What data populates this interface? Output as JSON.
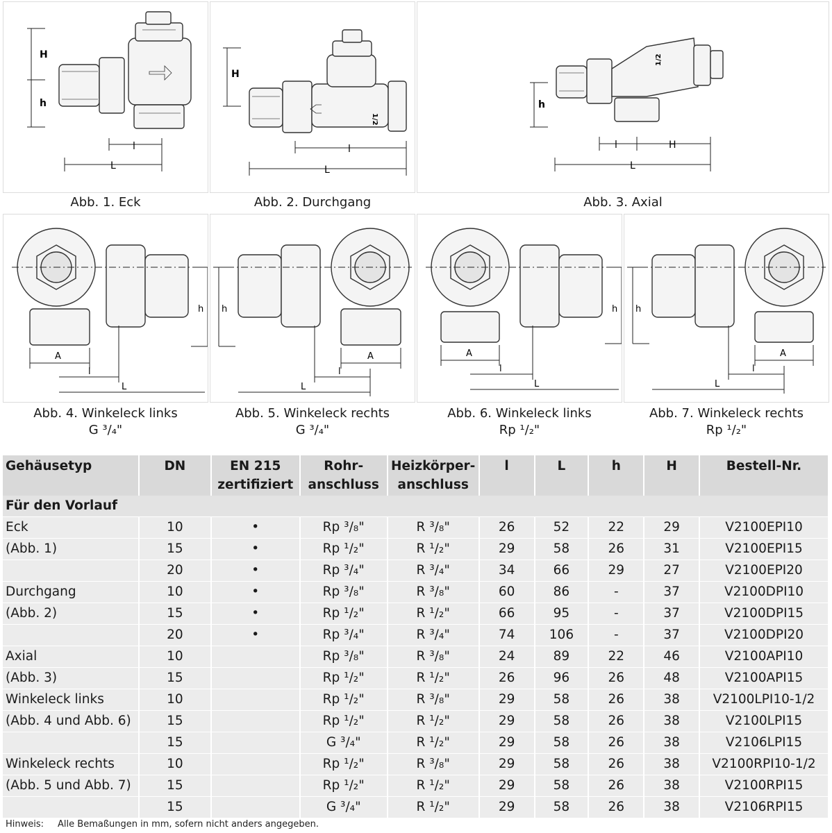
{
  "figures_top": [
    {
      "caption": "Abb. 1. Eck"
    },
    {
      "caption": "Abb. 2. Durchgang"
    },
    {
      "caption": "Abb. 3. Axial"
    }
  ],
  "figures_bottom": [
    {
      "caption": "Abb. 4. Winkeleck links",
      "sub": "G ³/₄\""
    },
    {
      "caption": "Abb. 5. Winkeleck rechts",
      "sub": "G ³/₄\""
    },
    {
      "caption": "Abb. 6. Winkeleck links",
      "sub": "Rp ¹/₂\""
    },
    {
      "caption": "Abb. 7. Winkeleck rechts",
      "sub": "Rp ¹/₂\""
    }
  ],
  "dim_labels": {
    "H": "H",
    "h": "h",
    "l": "l",
    "L": "L",
    "A": "A",
    "half": "1/2"
  },
  "table": {
    "headers": {
      "type": "Gehäusetyp",
      "dn": "DN",
      "en1": "EN 215",
      "en2": "zertifiziert",
      "rohr1": "Rohr-",
      "rohr2": "anschluss",
      "hk1": "Heizkörper-",
      "hk2": "anschluss",
      "l": "l",
      "L": "L",
      "h": "h",
      "H": "H",
      "nr": "Bestell-Nr."
    },
    "section": "Für den Vorlauf",
    "rows": [
      [
        "Eck",
        "10",
        "•",
        "Rp ³/₈\"",
        "R ³/₈\"",
        "26",
        "52",
        "22",
        "29",
        "V2100EPI10"
      ],
      [
        "(Abb. 1)",
        "15",
        "•",
        "Rp ¹/₂\"",
        "R ¹/₂\"",
        "29",
        "58",
        "26",
        "31",
        "V2100EPI15"
      ],
      [
        "",
        "20",
        "•",
        "Rp ³/₄\"",
        "R ³/₄\"",
        "34",
        "66",
        "29",
        "27",
        "V2100EPI20"
      ],
      [
        "Durchgang",
        "10",
        "•",
        "Rp ³/₈\"",
        "R ³/₈\"",
        "60",
        "86",
        "-",
        "37",
        "V2100DPI10"
      ],
      [
        "(Abb. 2)",
        "15",
        "•",
        "Rp ¹/₂\"",
        "R ¹/₂\"",
        "66",
        "95",
        "-",
        "37",
        "V2100DPI15"
      ],
      [
        "",
        "20",
        "•",
        "Rp ³/₄\"",
        "R ³/₄\"",
        "74",
        "106",
        "-",
        "37",
        "V2100DPI20"
      ],
      [
        "Axial",
        "10",
        "",
        "Rp ³/₈\"",
        "R ³/₈\"",
        "24",
        "89",
        "22",
        "46",
        "V2100API10"
      ],
      [
        "(Abb. 3)",
        "15",
        "",
        "Rp ¹/₂\"",
        "R ¹/₂\"",
        "26",
        "96",
        "26",
        "48",
        "V2100API15"
      ],
      [
        "Winkeleck links",
        "10",
        "",
        "Rp ¹/₂\"",
        "R ³/₈\"",
        "29",
        "58",
        "26",
        "38",
        "V2100LPI10-1/2"
      ],
      [
        "(Abb. 4 und Abb. 6)",
        "15",
        "",
        "Rp ¹/₂\"",
        "R ¹/₂\"",
        "29",
        "58",
        "26",
        "38",
        "V2100LPI15"
      ],
      [
        "",
        "15",
        "",
        "G ³/₄\"",
        "R ¹/₂\"",
        "29",
        "58",
        "26",
        "38",
        "V2106LPI15"
      ],
      [
        "Winkeleck rechts",
        "10",
        "",
        "Rp ¹/₂\"",
        "R ³/₈\"",
        "29",
        "58",
        "26",
        "38",
        "V2100RPI10-1/2"
      ],
      [
        "(Abb. 5 und Abb. 7)",
        "15",
        "",
        "Rp ¹/₂\"",
        "R ¹/₂\"",
        "29",
        "58",
        "26",
        "38",
        "V2100RPI15"
      ],
      [
        "",
        "15",
        "",
        "G ³/₄\"",
        "R ¹/₂\"",
        "29",
        "58",
        "26",
        "38",
        "V2106RPI15"
      ]
    ]
  },
  "note": {
    "label": "Hinweis:",
    "text": "Alle Bemaßungen in mm, sofern nicht anders angegeben."
  }
}
